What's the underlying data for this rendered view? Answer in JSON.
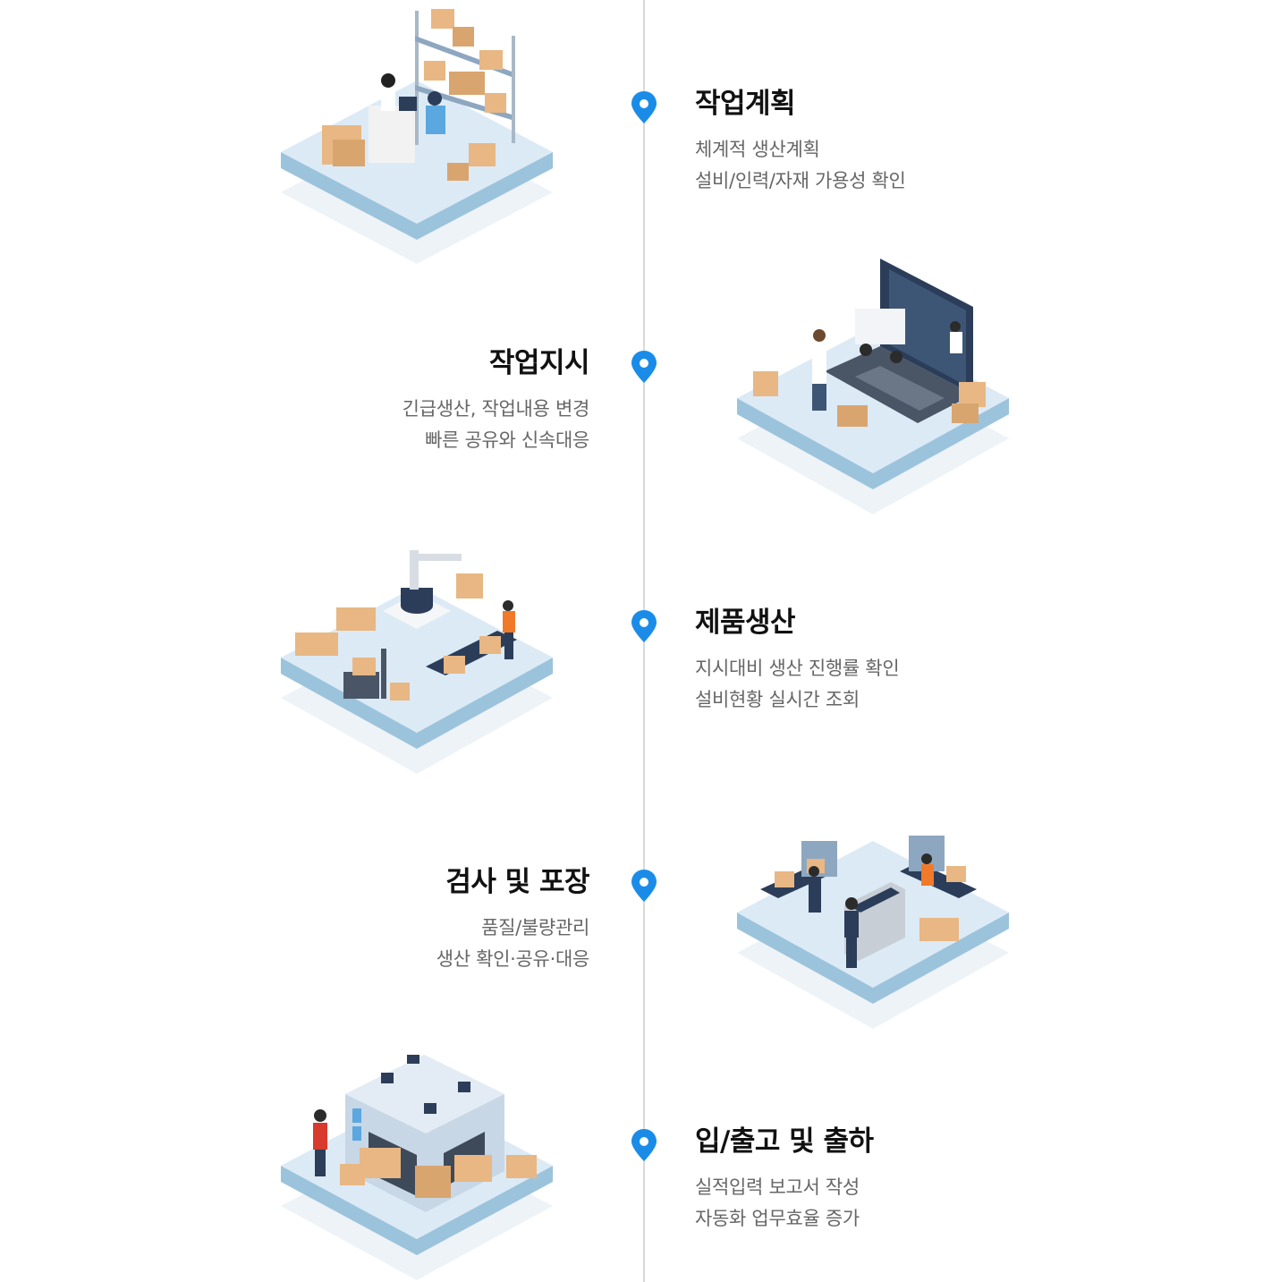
{
  "colors": {
    "line": "#d9d9d9",
    "marker": "#1a8ce8",
    "title": "#111111",
    "text": "#666666",
    "platform_top": "#dceaf5",
    "platform_side": "#9cc3dc",
    "box": "#e8b783",
    "box_dark": "#c98f55"
  },
  "steps": [
    {
      "title": "작업계획",
      "lines": [
        "체계적 생산계획",
        "설비/인력/자재 가용성 확인"
      ],
      "illustration": "warehouse-office-illustration"
    },
    {
      "title": "작업지시",
      "lines": [
        "긴급생산, 작업내용 변경",
        "빠른 공유와 신속대응"
      ],
      "illustration": "laptop-dispatch-illustration"
    },
    {
      "title": "제품생산",
      "lines": [
        "지시대비 생산 진행률 확인",
        "설비현황 실시간 조회"
      ],
      "illustration": "robot-arm-production-illustration"
    },
    {
      "title": "검사 및 포장",
      "lines": [
        "품질/불량관리",
        "생산 확인·공유·대응"
      ],
      "illustration": "inspection-conveyor-illustration"
    },
    {
      "title": "입/출고 및 출하",
      "lines": [
        "실적입력 보고서 작성",
        "자동화 업무효율 증가"
      ],
      "illustration": "warehouse-shipping-illustration"
    }
  ]
}
